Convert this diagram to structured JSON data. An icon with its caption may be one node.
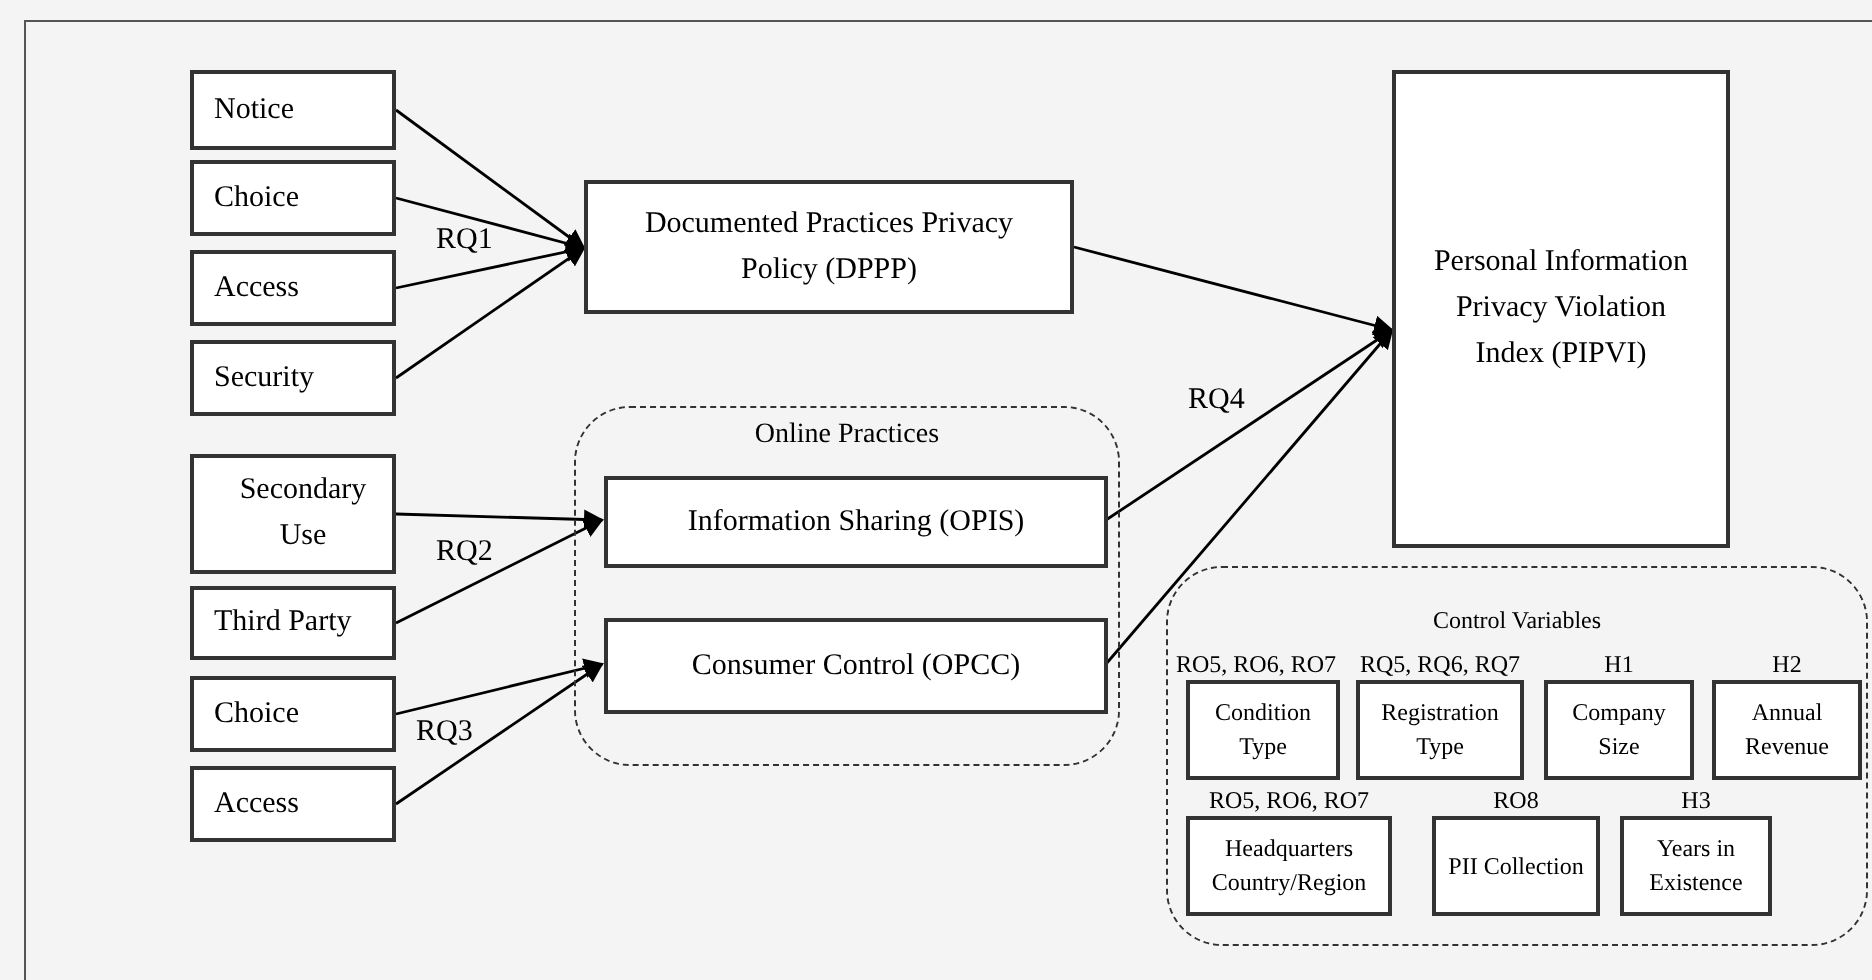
{
  "diagram": {
    "nodes": [
      {
        "text": [
          "Notice"
        ]
      },
      {
        "text": [
          "Choice"
        ]
      },
      {
        "text": [
          "Access"
        ]
      },
      {
        "text": [
          "Security"
        ]
      },
      {
        "text": [
          "Secondary Use"
        ]
      },
      {
        "text": [
          "Third Party"
        ]
      },
      {
        "text": [
          "Choice"
        ]
      },
      {
        "text": [
          "Access"
        ]
      },
      {
        "text": [
          "Documented  Practices Privacy Policy (DPPP)"
        ]
      },
      {
        "text": [
          "Online Practices"
        ]
      },
      {
        "text": [
          "Information Sharing (OPIS)"
        ],
        "in": 9
      },
      {
        "text": [
          "Consumer Control (OPCC)"
        ],
        "in": 9
      },
      {
        "text": [
          "Personal Information Privacy Violation Index (PIPVI)"
        ]
      },
      {
        "text": [
          "Control Variables"
        ]
      },
      {
        "text": [
          "RO5, RO6, RO7",
          "Condition Type"
        ],
        "in": 13
      },
      {
        "text": [
          "RQ5, RQ6, RQ7",
          "Registration Type"
        ],
        "in": 13
      },
      {
        "text": [
          "H1",
          "Company Size"
        ],
        "in": 13
      },
      {
        "text": [
          "H2",
          "Annual Revenue"
        ],
        "in": 13
      },
      {
        "text": [
          "RO5, RO6, RO7",
          "Headquarters Country/Region"
        ],
        "in": 13
      },
      {
        "text": [
          "RO8",
          "PII Collection"
        ],
        "in": 13
      },
      {
        "text": [
          "H3",
          "Years in Existence"
        ],
        "in": 13
      }
    ],
    "edges": [
      {
        "from": 0,
        "to": 8,
        "arrow": "to"
      },
      {
        "from": 1,
        "to": 8,
        "arrow": "to"
      },
      {
        "from": 2,
        "to": 8,
        "arrow": "to"
      },
      {
        "from": 3,
        "to": 8,
        "arrow": "to"
      },
      {
        "from": 4,
        "to": 10,
        "arrow": "to"
      },
      {
        "from": 5,
        "to": 10,
        "arrow": "to"
      },
      {
        "from": 6,
        "to": 11,
        "arrow": "to"
      },
      {
        "from": 7,
        "to": 11,
        "arrow": "to"
      },
      {
        "from": 8,
        "to": 12,
        "arrow": "to"
      },
      {
        "from": 10,
        "to": 12,
        "arrow": "to"
      },
      {
        "from": 11,
        "to": 12,
        "arrow": "to"
      }
    ],
    "labels": [
      "RQ1",
      "RQ2",
      "RQ3",
      "RQ4"
    ]
  }
}
